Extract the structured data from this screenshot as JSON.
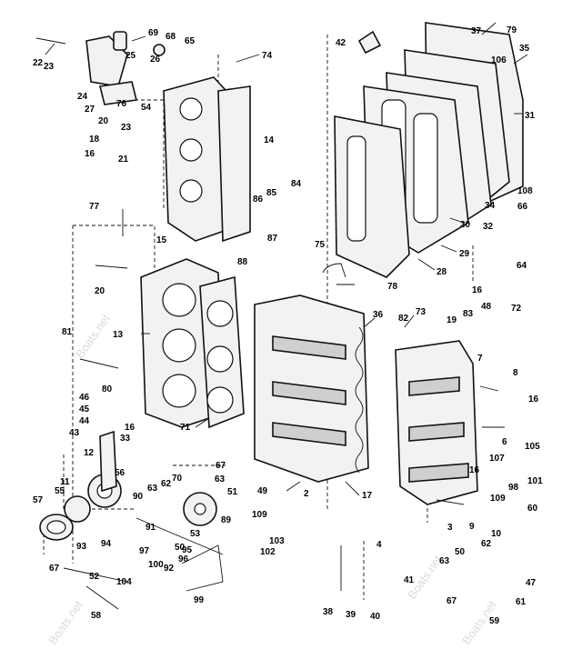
{
  "diagram": {
    "callouts": [
      "22",
      "23",
      "25",
      "69",
      "68",
      "26",
      "65",
      "74",
      "24",
      "27",
      "76",
      "54",
      "20",
      "23",
      "18",
      "21",
      "16",
      "14",
      "77",
      "15",
      "86",
      "85",
      "84",
      "87",
      "88",
      "20",
      "13",
      "81",
      "80",
      "46",
      "45",
      "44",
      "16",
      "33",
      "43",
      "12",
      "11",
      "55",
      "56",
      "57",
      "93",
      "94",
      "67",
      "52",
      "104",
      "58",
      "90",
      "63",
      "91",
      "62",
      "70",
      "67",
      "63",
      "51",
      "53",
      "50",
      "97",
      "92",
      "96",
      "95",
      "100",
      "99",
      "89",
      "102",
      "103",
      "109",
      "49",
      "2",
      "71",
      "42",
      "37",
      "79",
      "35",
      "106",
      "31",
      "108",
      "34",
      "32",
      "30",
      "66",
      "29",
      "64",
      "28",
      "16",
      "75",
      "78",
      "36",
      "73",
      "82",
      "19",
      "83",
      "48",
      "72",
      "7",
      "8",
      "16",
      "17",
      "107",
      "105",
      "6",
      "98",
      "101",
      "109",
      "16",
      "3",
      "9",
      "10",
      "60",
      "4",
      "41",
      "62",
      "50",
      "63",
      "47",
      "38",
      "39",
      "40",
      "67",
      "61",
      "59"
    ],
    "watermark": "Boats.net"
  }
}
